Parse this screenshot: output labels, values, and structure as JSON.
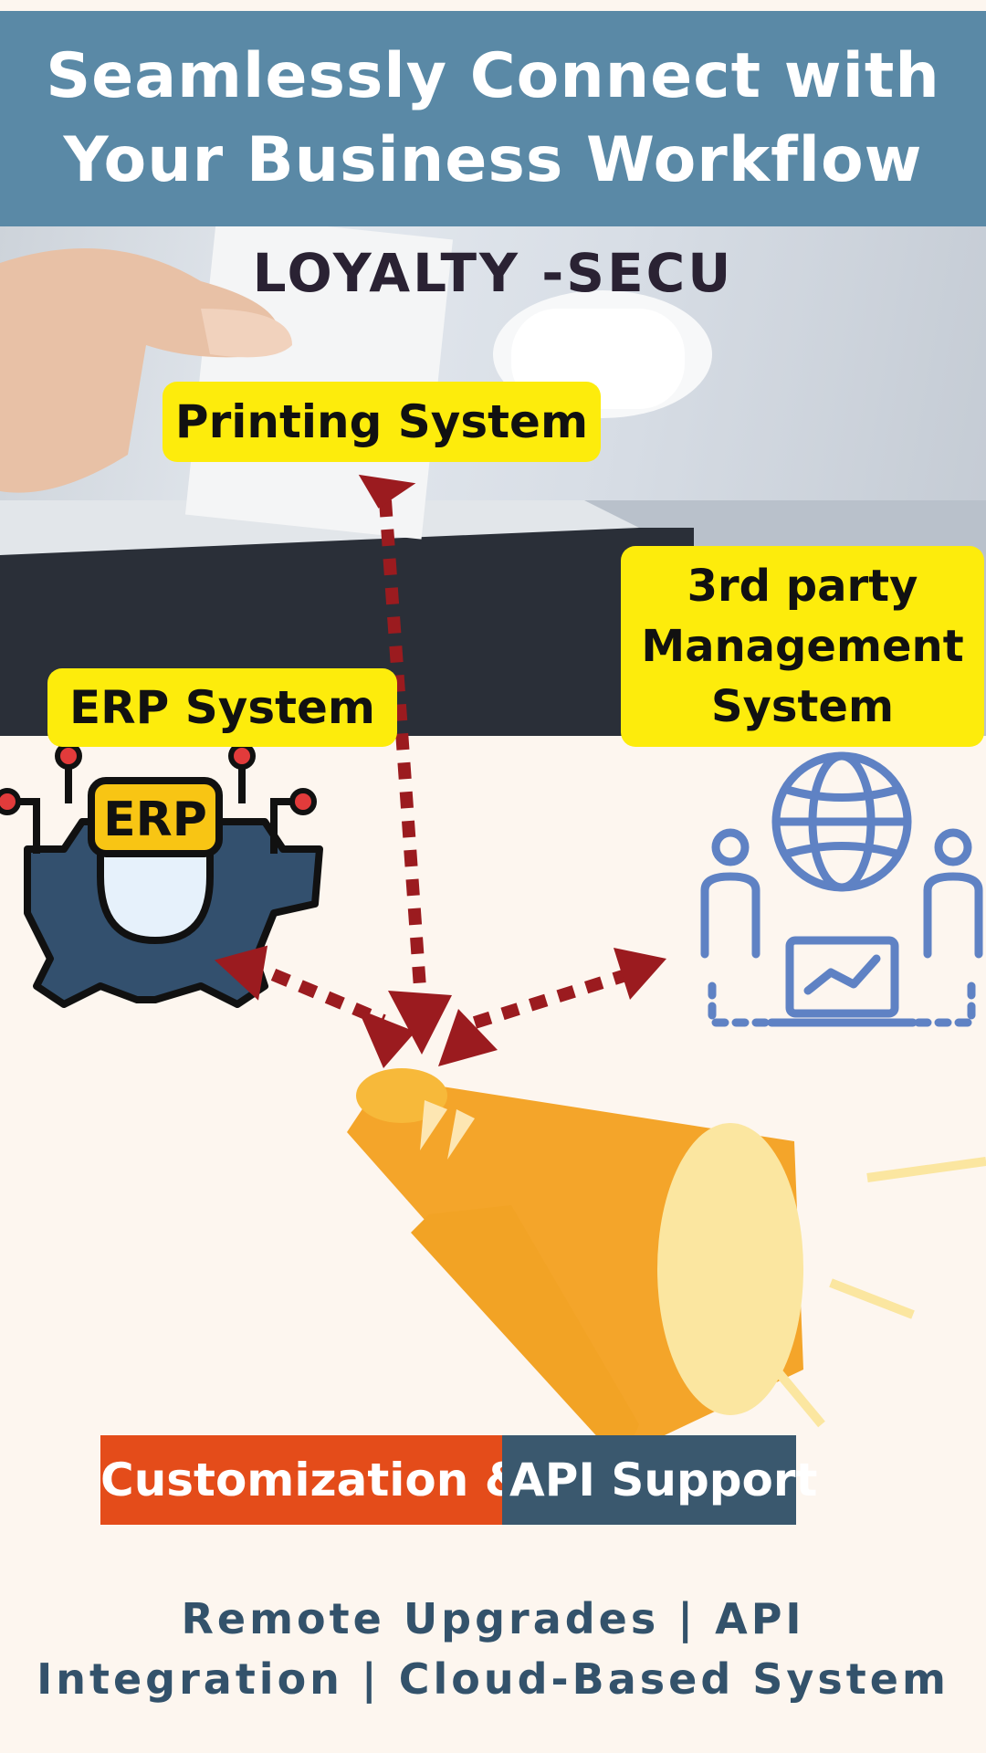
{
  "header": {
    "title_line1": "Seamlessly Connect with",
    "title_line2": "Your Business Workflow"
  },
  "brand": "LOYALTY -SECU",
  "systems": {
    "printing": "Printing System",
    "erp": "ERP System",
    "erp_icon_text": "ERP",
    "third_party_line1": "3rd party",
    "third_party_line2": "Management",
    "third_party_line3": "System"
  },
  "banner": {
    "left_text": "Customization &",
    "right_text": "API Support"
  },
  "footer": {
    "line1": "Remote Upgrades | API",
    "line2": "Integration | Cloud-Based System"
  },
  "colors": {
    "header_bg": "#5a89a6",
    "label_bg": "#fdec0c",
    "arrow": "#9b1b1f",
    "banner_left": "#e44c1a",
    "banner_right": "#3a586e",
    "footer_text": "#33526b",
    "megaphone": "#f4a52a",
    "management_icon": "#5f82c4"
  }
}
